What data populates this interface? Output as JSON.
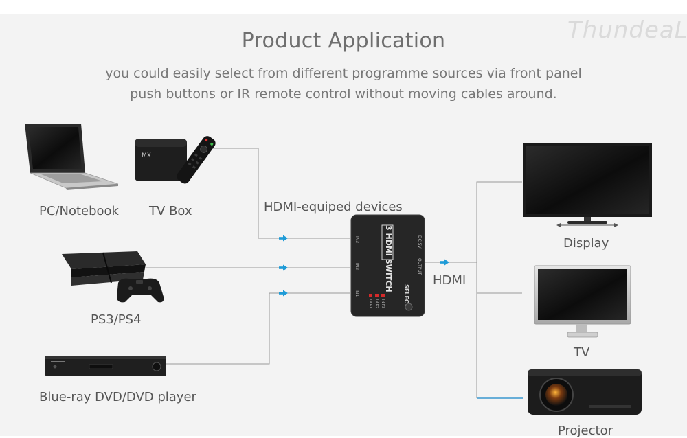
{
  "header": {
    "title": "Product Application",
    "subtitle_line1": "you could easily select from different programme sources via front panel",
    "subtitle_line2": "push buttons or IR remote control without moving cables around."
  },
  "brand": {
    "logo_text": "ThundeaL"
  },
  "sources": {
    "pc": "PC/Notebook",
    "tvbox": "TV Box",
    "ps": "PS3/PS4",
    "bluray": "Blue-ray DVD/DVD player"
  },
  "connections": {
    "input_label": "HDMI-equiped devices",
    "output_label": "HDMI"
  },
  "switch": {
    "name": "3 HDMI SWITCH",
    "ports": [
      "IN3",
      "IN2",
      "IN1"
    ],
    "buttons": [
      "IN P1",
      "IN P2",
      "IN P3"
    ],
    "select": "SELECT",
    "output": "OUTPUT",
    "dc": "DC 5V"
  },
  "outputs": {
    "display": "Display",
    "tv": "TV",
    "projector": "Projector"
  },
  "colors": {
    "arrow": "#1e9bd7",
    "line": "#9a9a9a",
    "projector_line": "#3a98d0"
  }
}
